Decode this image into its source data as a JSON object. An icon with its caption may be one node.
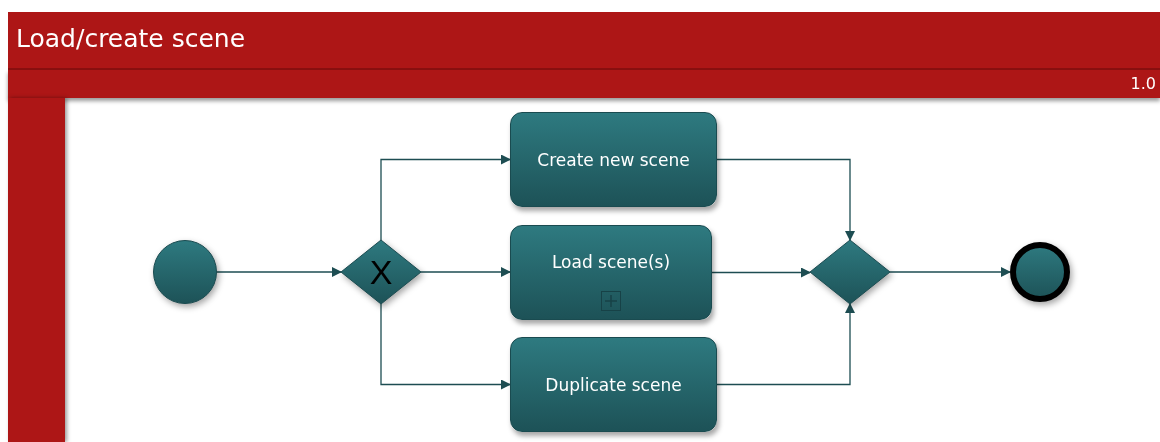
{
  "diagram": {
    "title": "Load/create scene",
    "nodes": [
      {
        "text": [],
        "shape": "circle"
      },
      {
        "text": [
          "X"
        ]
      },
      {
        "text": [
          "Create new scene"
        ]
      },
      {
        "text": [
          "Load scene(s)"
        ]
      },
      {
        "text": [
          "Duplicate scene"
        ]
      },
      {
        "text": [],
        "shape": "diamond"
      },
      {
        "text": [],
        "shape": "circle"
      }
    ],
    "edges": [
      {
        "from": 0,
        "to": 1,
        "arrow": "to"
      },
      {
        "from": 1,
        "to": 2,
        "arrow": "to"
      },
      {
        "from": 1,
        "to": 3,
        "arrow": "to"
      },
      {
        "from": 1,
        "to": 4,
        "arrow": "to"
      },
      {
        "from": 2,
        "to": 5,
        "arrow": "to"
      },
      {
        "from": 3,
        "to": 5,
        "arrow": "to"
      },
      {
        "from": 4,
        "to": 5,
        "arrow": "to"
      },
      {
        "from": 5,
        "to": 6,
        "arrow": "to"
      }
    ],
    "labels": [
      "1.0"
    ]
  }
}
